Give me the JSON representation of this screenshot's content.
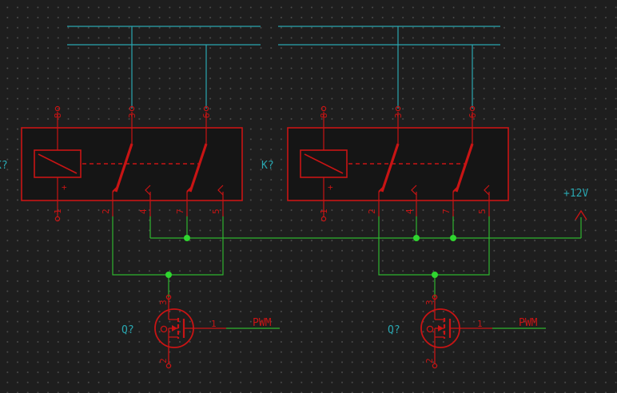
{
  "schematic": {
    "relay_left": {
      "reference": "K?",
      "pins": {
        "coil_top": "8",
        "com_a": "3",
        "com_b": "6",
        "coil_bottom": "1",
        "nc_a": "2",
        "no_a": "4",
        "nc_b": "7",
        "no_b": "5"
      },
      "coil_polarity": "+"
    },
    "relay_right": {
      "reference": "K?",
      "pins": {
        "coil_top": "8",
        "com_a": "3",
        "com_b": "6",
        "coil_bottom": "1",
        "nc_a": "2",
        "no_a": "4",
        "nc_b": "7",
        "no_b": "5"
      },
      "coil_polarity": "+"
    },
    "mosfet_left": {
      "reference": "Q?",
      "pin_drain": "3",
      "pin_gate": "1",
      "pin_source": "2",
      "net_label": "PWM"
    },
    "mosfet_right": {
      "reference": "Q?",
      "pin_drain": "3",
      "pin_gate": "1",
      "pin_source": "2",
      "net_label": "PWM"
    },
    "power_label": "+12V",
    "colors": {
      "background": "#1e1e1e",
      "component": "#c81414",
      "wire": "#2fb52f",
      "bus": "#2aa6b0",
      "label": "#2aa6b0",
      "junction": "#2fd62f"
    }
  }
}
